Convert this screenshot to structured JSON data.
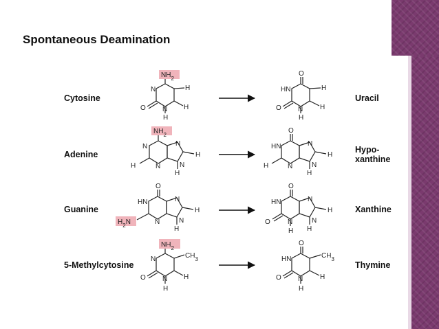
{
  "slide": {
    "title": "Spontaneous Deamination",
    "accent_color": "#7a3a6e",
    "highlight_color": "#f0b4bb"
  },
  "reactions": [
    {
      "reactant": "Cytosine",
      "product": "Uracil"
    },
    {
      "reactant": "Adenine",
      "product_lines": [
        "Hypo-",
        "xanthine"
      ]
    },
    {
      "reactant": "Guanine",
      "product": "Xanthine"
    },
    {
      "reactant": "5-Methylcytosine",
      "product": "Thymine"
    }
  ],
  "atoms": {
    "amine": "NH2",
    "amine_left": "H2N",
    "oxygen": "O",
    "nitrogen": "N",
    "hydrogen": "H",
    "imine": "HN",
    "methyl": "CH3"
  }
}
